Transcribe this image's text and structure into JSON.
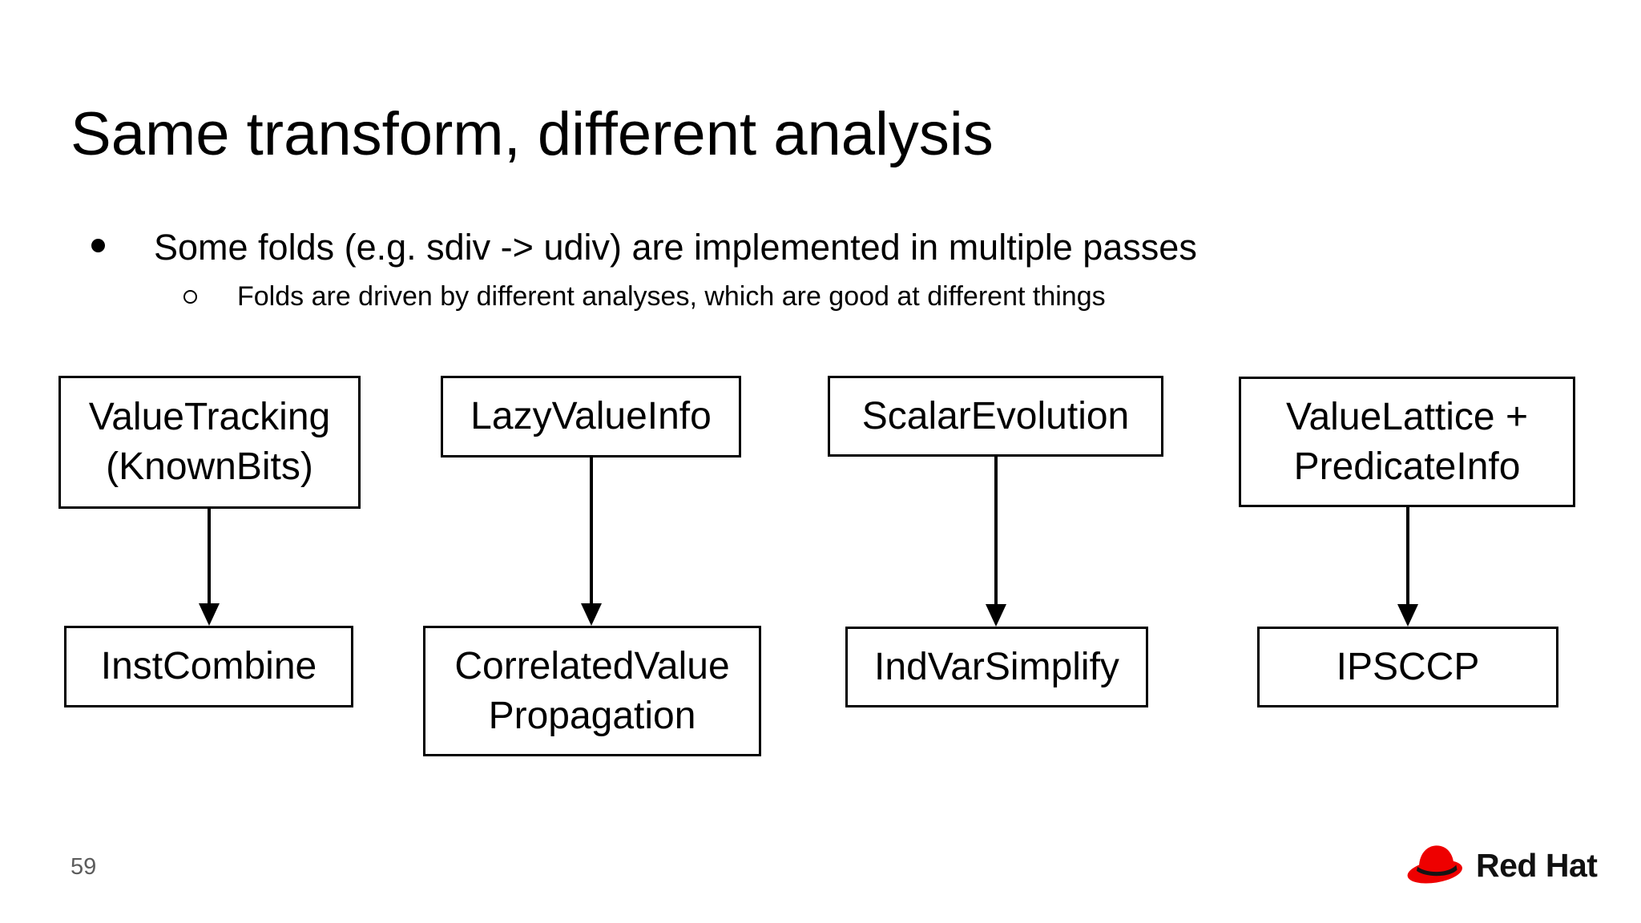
{
  "slide": {
    "title": "Same transform, different analysis",
    "bullets": {
      "main": "Some folds (e.g. sdiv -> udiv) are implemented in multiple passes",
      "sub": "Folds are driven by different analyses, which are good at different things"
    },
    "page_number": "59",
    "logo": {
      "brand": "Red Hat"
    }
  },
  "diagram": {
    "type": "flow",
    "description": "Four analysis-to-pass vertical arrows",
    "columns": [
      {
        "analysis": "ValueTracking (KnownBits)",
        "pass": "InstCombine"
      },
      {
        "analysis": "LazyValueInfo",
        "pass": "CorrelatedValue Propagation"
      },
      {
        "analysis": "ScalarEvolution",
        "pass": "IndVarSimplify"
      },
      {
        "analysis": "ValueLattice + PredicateInfo",
        "pass": "IPSCCP"
      }
    ]
  },
  "colors": {
    "background": "#ffffff",
    "text": "#000000",
    "box_border": "#000000",
    "page_number": "#5c5c5c",
    "redhat_red": "#ee0000",
    "logo_text": "#111111"
  }
}
